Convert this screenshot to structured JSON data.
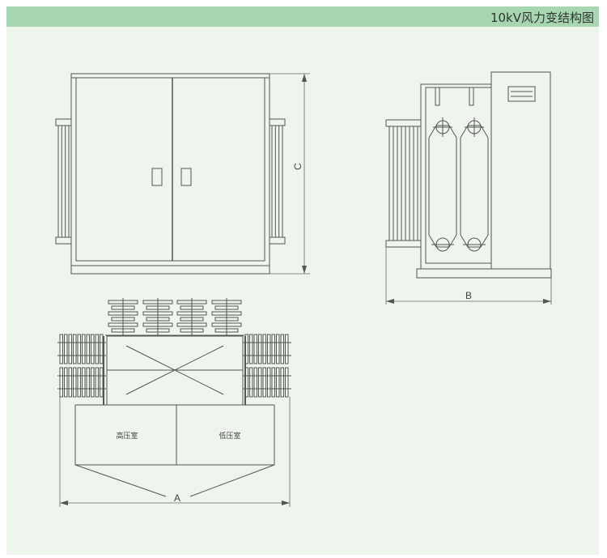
{
  "header": {
    "title": "10kV风力变结构图"
  },
  "front_view": {
    "dimension_label": "C"
  },
  "side_view": {
    "dimension_label": "B"
  },
  "top_view": {
    "dimension_label": "A",
    "rooms": [
      "高压室",
      "低压室"
    ]
  },
  "colors": {
    "header": "#a6d7b1",
    "background": "#edf5ec",
    "line": "#555555"
  }
}
